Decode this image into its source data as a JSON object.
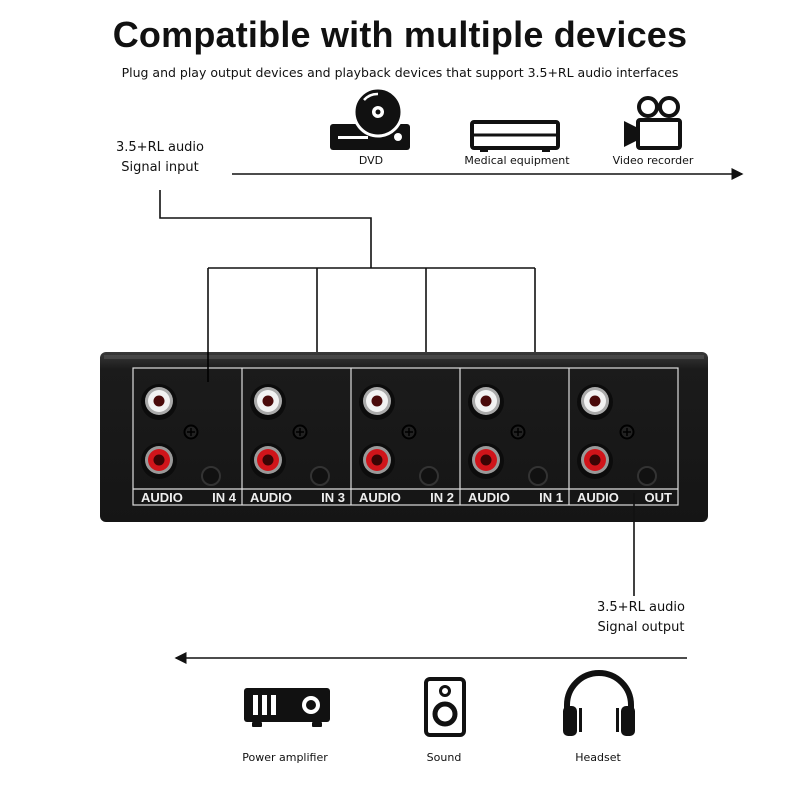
{
  "header": {
    "title": "Compatible with multiple devices",
    "subtitle": "Plug and play output devices and playback devices that support 3.5+RL audio interfaces"
  },
  "input_devices": [
    {
      "label": "DVD",
      "icon": "dvd-player-icon"
    },
    {
      "label": "Medical equipment",
      "icon": "medical-equipment-icon"
    },
    {
      "label": "Video recorder",
      "icon": "video-camera-icon"
    }
  ],
  "input_signal": {
    "line1": "3.5+RL audio",
    "line2": "Signal input"
  },
  "output_signal": {
    "line1": "3.5+RL audio",
    "line2": "Signal output"
  },
  "panel": {
    "ports": [
      {
        "left": "AUDIO",
        "right": "IN 4"
      },
      {
        "left": "AUDIO",
        "right": "IN 3"
      },
      {
        "left": "AUDIO",
        "right": "IN 2"
      },
      {
        "left": "AUDIO",
        "right": "IN 1"
      },
      {
        "left": "AUDIO",
        "right": "OUT"
      }
    ]
  },
  "output_devices": [
    {
      "label": "Power amplifier",
      "icon": "amplifier-icon"
    },
    {
      "label": "Sound",
      "icon": "speaker-icon"
    },
    {
      "label": "Headset",
      "icon": "headphones-icon"
    }
  ]
}
